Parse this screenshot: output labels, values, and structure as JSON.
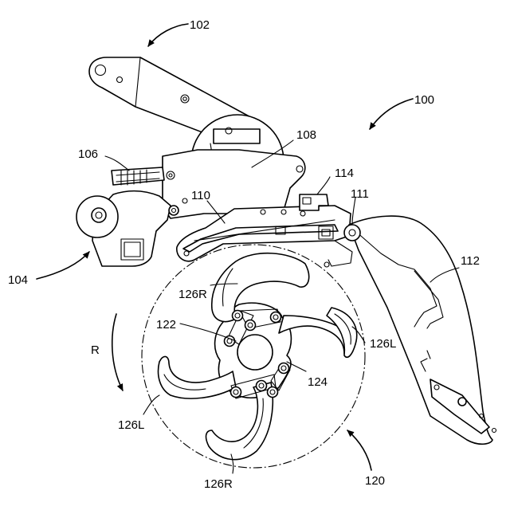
{
  "labels": {
    "l100": "100",
    "l102": "102",
    "l104": "104",
    "l106": "106",
    "l108": "108",
    "l110": "110",
    "l111": "111",
    "l112": "112",
    "l114": "114",
    "l120": "120",
    "l122": "122",
    "l124": "124",
    "l126L_right": "126L",
    "l126L_left": "126L",
    "l126R_top": "126R",
    "l126R_bottom": "126R",
    "rotation": "R"
  }
}
